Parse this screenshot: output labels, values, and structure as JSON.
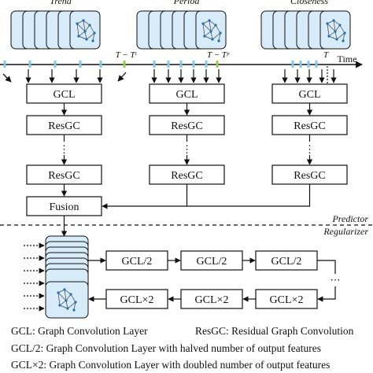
{
  "groups": [
    {
      "title": "Trend",
      "tick_label": "T − Tᵗ",
      "layers": [
        "GCL",
        "ResGC",
        "⋮",
        "ResGC"
      ]
    },
    {
      "title": "Period",
      "tick_label": "T − Tᵖ",
      "layers": [
        "GCL",
        "ResGC",
        "⋮",
        "ResGC"
      ]
    },
    {
      "title": "Closeness",
      "tick_label": "T",
      "layers": [
        "GCL",
        "ResGC",
        "⋮",
        "ResGC"
      ]
    }
  ],
  "timeline": {
    "label": "Time"
  },
  "fusion": {
    "label": "Fusion"
  },
  "divider": {
    "top_label": "Predictor",
    "bottom_label": "Regularizer"
  },
  "regularizer": {
    "row1": [
      "GCL/2",
      "GCL/2",
      "GCL/2"
    ],
    "ellipsis": "⋯",
    "row2": [
      "GCL×2",
      "GCL×2",
      "GCL×2"
    ]
  },
  "legend": {
    "line1_left": "GCL: Graph Convolution Layer",
    "line1_right": "ResGC: Residual Graph Convolution",
    "line2": "GCL/2: Graph Convolution Layer with halved number of output features",
    "line3": "GCL×2: Graph Convolution Layer with doubled number of output features"
  },
  "colors": {
    "tick_blue": "#7ec8ec",
    "tick_green": "#8fd14f",
    "frame_fill": "#d7ebf8",
    "node": "#1f6fb5",
    "edge": "#3c3c3c"
  }
}
